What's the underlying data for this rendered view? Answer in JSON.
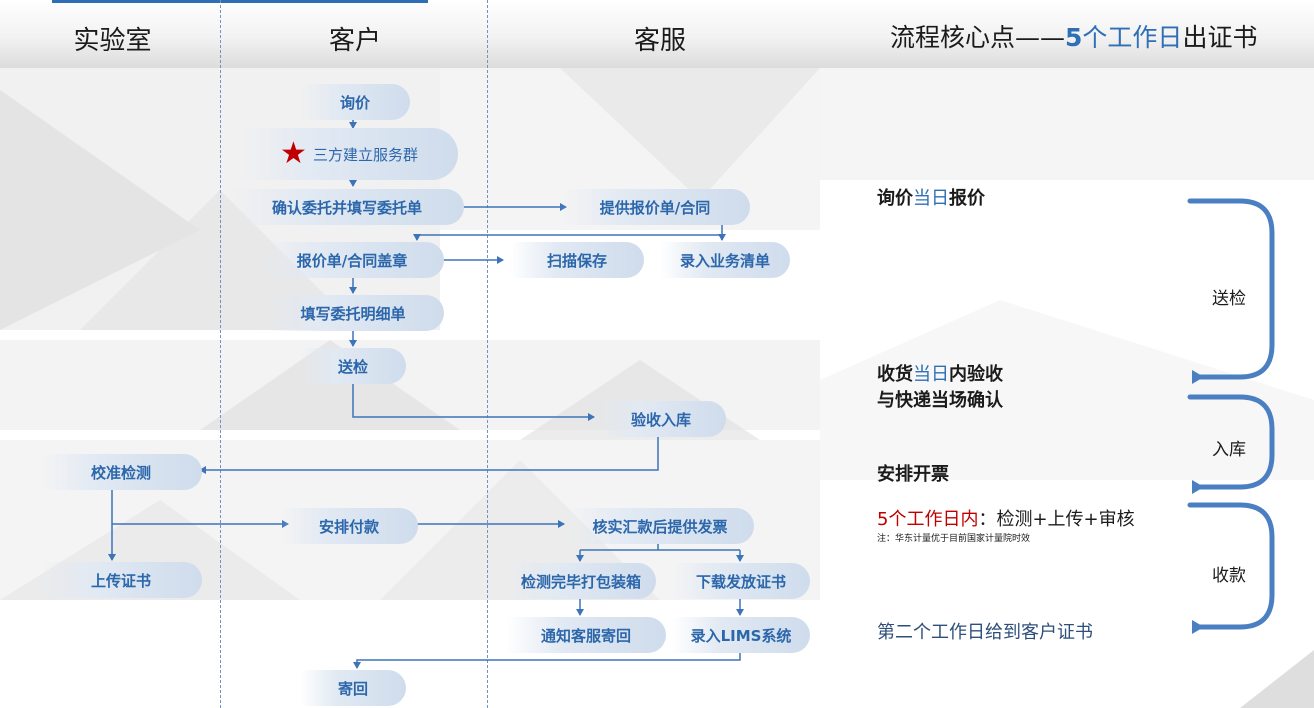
{
  "columns": {
    "lab": "实验室",
    "customer": "客户",
    "service": "客服"
  },
  "core_title": {
    "prefix": "流程核心点——",
    "num": "5",
    "mid": "个工作日",
    "suffix": "出证书"
  },
  "nodes": {
    "inquiry": "询价",
    "group": "三方建立服务群",
    "confirm": "确认委托并填写委托单",
    "provide_quote": "提供报价单/合同",
    "stamp": "报价单/合同盖章",
    "scan": "扫描保存",
    "record": "录入业务清单",
    "detail": "填写委托明细单",
    "send": "送检",
    "receive": "验收入库",
    "calibrate": "校准检测",
    "pay": "安排付款",
    "invoice": "核实汇款后提供发票",
    "pack": "检测完毕打包装箱",
    "download": "下载发放证书",
    "upload": "上传证书",
    "notify": "通知客服寄回",
    "lims": "录入LIMS系统",
    "return": "寄回"
  },
  "notes": {
    "n1": {
      "a": "询价",
      "b": "当日",
      "c": "报价"
    },
    "n2": {
      "a": "收货",
      "b": "当日",
      "c": "内验收",
      "d": "与快递当场确认"
    },
    "n3": "安排开票",
    "n4": {
      "a": "5个工作日内",
      "b": "：检测+上传+审核"
    },
    "n4_small": "注：华东计量优于目前国家计量院时效",
    "n5": "第二个工作日给到客户证书"
  },
  "brackets": {
    "b1": "送检",
    "b2": "入库",
    "b3": "收款"
  },
  "colors": {
    "accent": "#2e6fb5",
    "pill_text": "#2c67ab",
    "star": "#c00000",
    "bracket": "#4a7fc1"
  },
  "icons": {
    "star": "star-icon"
  }
}
